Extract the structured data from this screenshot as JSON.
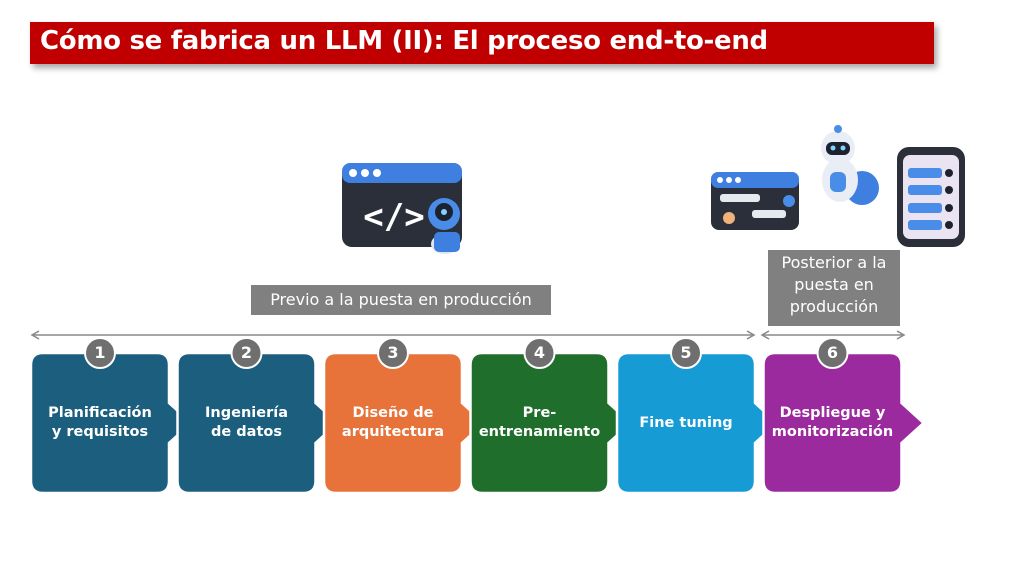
{
  "title": "Cómo se fabrica un LLM (II):  El proceso end-to-end",
  "phases": {
    "pre": "Previo a la puesta en producción",
    "post": "Posterior a la\npuesta en\nproducción"
  },
  "steps": [
    {
      "number": "1",
      "label": "Planificación\ny requisitos",
      "color": "#1b5e7e"
    },
    {
      "number": "2",
      "label": "Ingeniería\nde datos",
      "color": "#1b5e7e"
    },
    {
      "number": "3",
      "label": "Diseño de\narquitectura",
      "color": "#e8733a"
    },
    {
      "number": "4",
      "label": "Pre-\nentrenamiento",
      "color": "#1f6e2b"
    },
    {
      "number": "5",
      "label": "Fine tuning",
      "color": "#169bd5"
    },
    {
      "number": "6",
      "label": "Despliegue y\nmonitorización",
      "color": "#9b2a9e"
    }
  ],
  "icons": {
    "dev": "code-robot-icon",
    "chat": "chat-window-icon",
    "robot": "robot-icon",
    "phone": "phone-chat-icon"
  },
  "colors": {
    "title_bg": "#c00000",
    "phase_label_bg": "#808080",
    "number_badge": "#6f6f6f"
  }
}
